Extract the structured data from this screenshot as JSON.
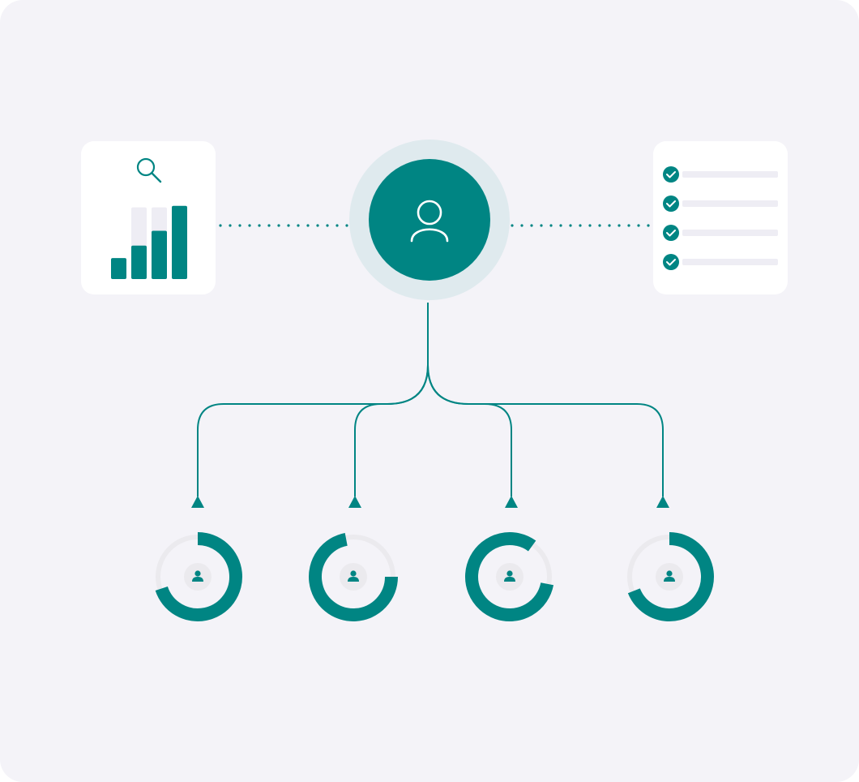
{
  "colors": {
    "background": "#f4f3f8",
    "card": "#ffffff",
    "accent": "#008583",
    "accent_halo": "#dfeaee",
    "track": "#ebeaee",
    "line_placeholder": "#eeedf4",
    "avatar_bg": "#ebeaee"
  },
  "icons": {
    "analytics_card": "magnifier-icon",
    "hub": "user-icon",
    "checklist_item": "check-circle-icon",
    "node": "user-icon"
  },
  "analytics_card": {
    "bars": [
      {
        "value": 0.27
      },
      {
        "value": 0.43,
        "track": 0.92
      },
      {
        "value": 0.62,
        "track": 0.92
      },
      {
        "value": 0.94
      }
    ]
  },
  "checklist_card": {
    "items": [
      {
        "checked": true
      },
      {
        "checked": true
      },
      {
        "checked": true
      },
      {
        "checked": true
      }
    ]
  },
  "nodes": [
    {
      "progress": 0.7
    },
    {
      "progress": 0.72
    },
    {
      "progress": 0.82
    },
    {
      "progress": 0.69
    }
  ]
}
